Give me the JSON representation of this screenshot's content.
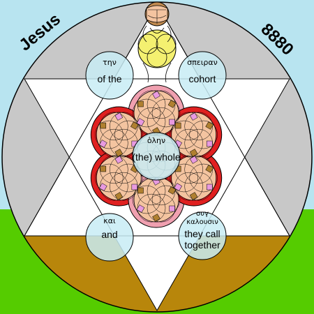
{
  "corner_labels": {
    "left": "Jesus",
    "right": "8880"
  },
  "circles": [
    {
      "id": "top-left",
      "greek": "την",
      "english": [
        "of the"
      ]
    },
    {
      "id": "top-right",
      "greek": "σπειραν",
      "english": [
        "cohort"
      ]
    },
    {
      "id": "center",
      "greek": "ὁλην",
      "english": [
        "(the) whole"
      ]
    },
    {
      "id": "bottom-left",
      "greek": "και",
      "english": [
        "and"
      ]
    },
    {
      "id": "bottom-right",
      "greek": [
        "συγ",
        "καλουσιν"
      ],
      "english": [
        "they call",
        "together"
      ]
    }
  ],
  "colors": {
    "sky": "#b8e4f0",
    "grass": "#55cc00",
    "earth": "#b8860b",
    "disk": "#c8c8c8",
    "star": "#ffffff",
    "petal": "#f4c4a0",
    "red": "#e02020",
    "pink": "#f0a0b0",
    "magenta": "#e89ae0",
    "brown": "#b08030",
    "yellow": "#f4f070",
    "circle_fill": "#c8ecf4",
    "outline": "#000000"
  }
}
